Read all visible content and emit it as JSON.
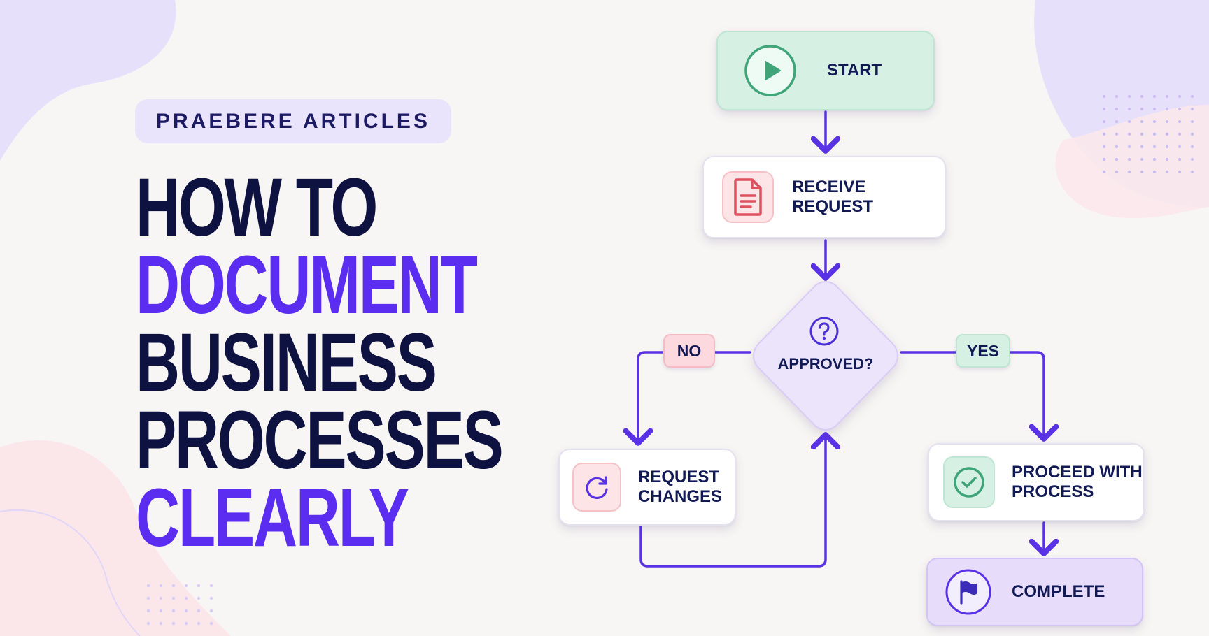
{
  "badge": "PRAEBERE ARTICLES",
  "headline": {
    "line1": "HOW TO",
    "line2": "DOCUMENT",
    "line3": "BUSINESS",
    "line4": "PROCESSES",
    "line5": "CLEARLY"
  },
  "colors": {
    "dark_text": "#0e1240",
    "accent": "#5b2df0",
    "connector": "#5a32e6",
    "start_fill": "#d6f1e4",
    "decision_fill": "#ebe4fb",
    "complete_fill": "#e7ddfb",
    "no_pill_fill": "#fbd9de",
    "yes_pill_fill": "#d6f1e4"
  },
  "flow": {
    "start": {
      "label": "START",
      "icon": "play-icon"
    },
    "receive": {
      "label": "RECEIVE REQUEST",
      "icon": "document-icon"
    },
    "decision": {
      "label": "APPROVED?",
      "icon": "question-icon"
    },
    "no_branch": "NO",
    "yes_branch": "YES",
    "request_changes": {
      "line1": "REQUEST",
      "line2": "CHANGES",
      "icon": "refresh-icon"
    },
    "proceed": {
      "line1": "PROCEED WITH",
      "line2": "PROCESS",
      "icon": "check-circle-icon"
    },
    "complete": {
      "label": "COMPLETE",
      "icon": "flag-icon"
    }
  }
}
